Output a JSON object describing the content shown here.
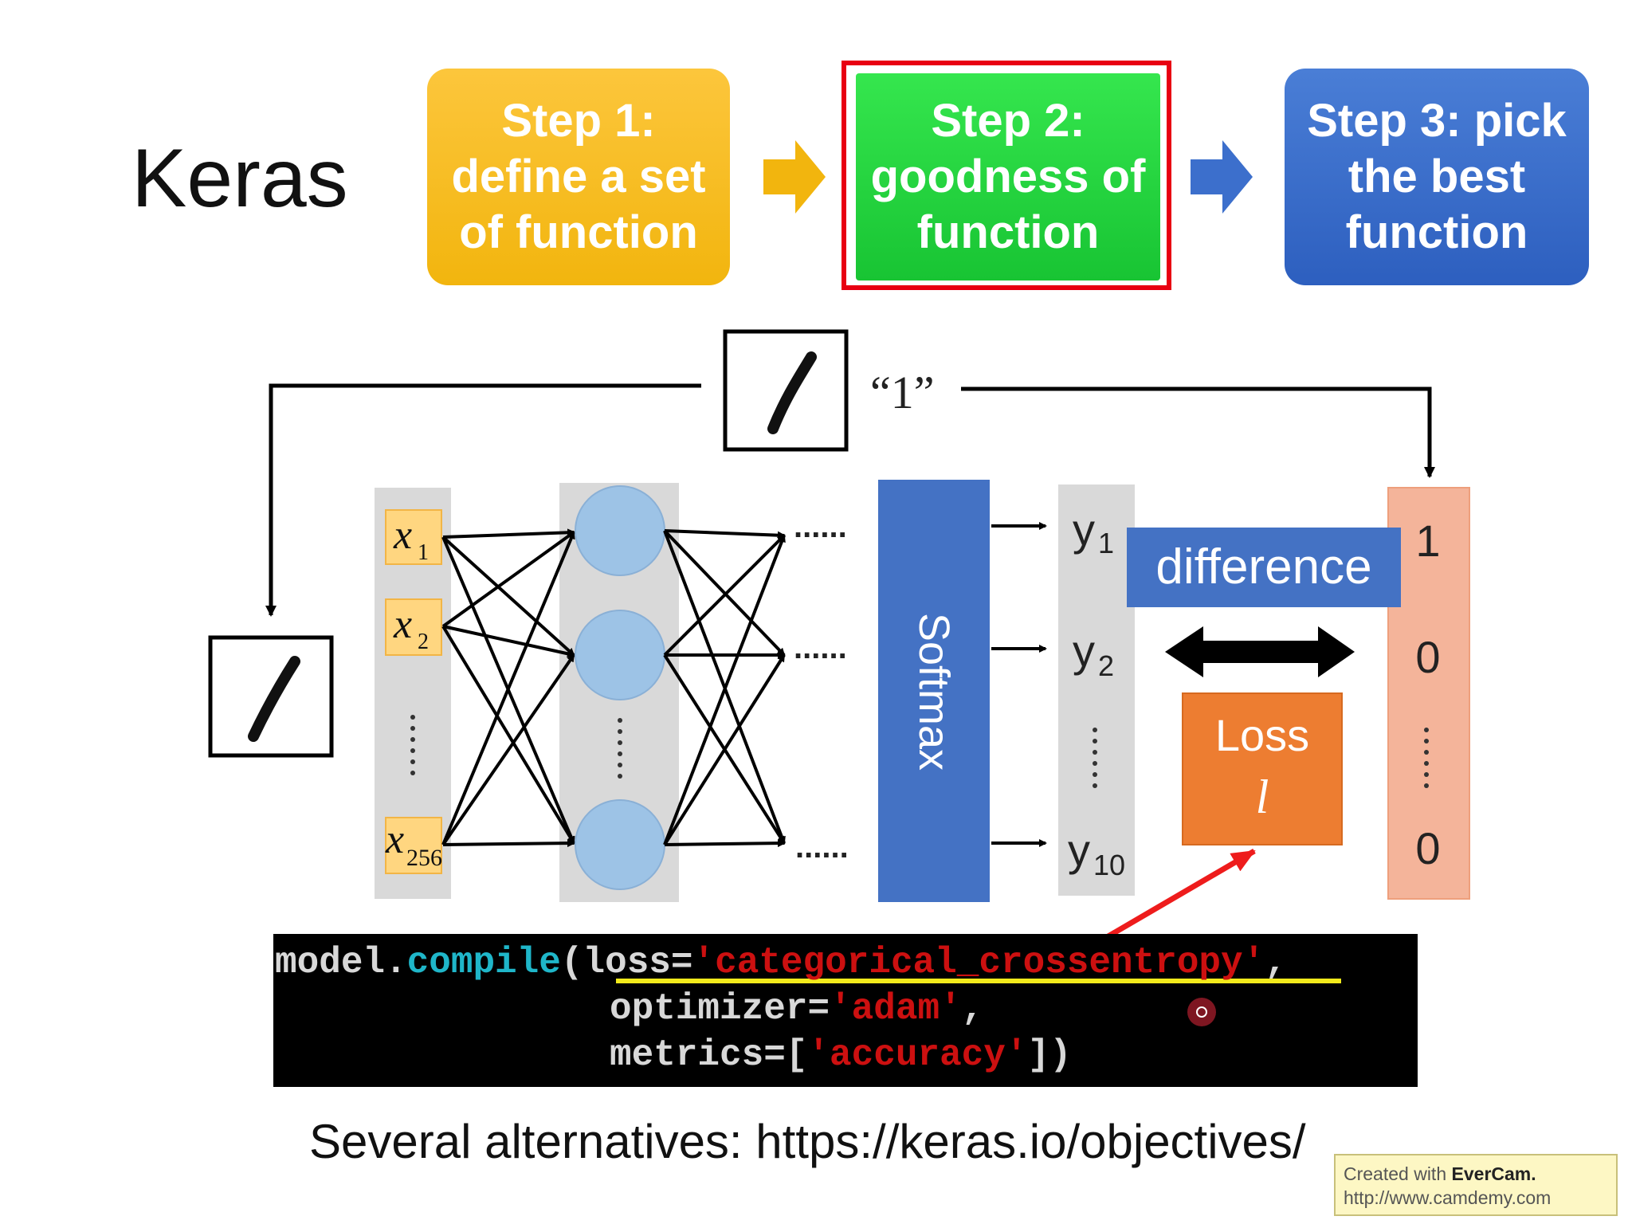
{
  "title": "Keras",
  "steps": {
    "step1": "Step 1:\ndefine a set\nof function",
    "step2": "Step 2:\ngoodness of\nfunction",
    "step3": "Step 3: pick\nthe best\nfunction"
  },
  "network": {
    "target_label": "“1”",
    "input_labels": [
      "x",
      "x",
      "x"
    ],
    "input_subscripts": [
      "1",
      "2",
      "256"
    ],
    "output_labels": [
      "y",
      "y",
      "y"
    ],
    "output_subscripts": [
      "1",
      "2",
      "10"
    ],
    "dots": "......",
    "softmax_label": "Softmax",
    "difference_label": "difference",
    "loss_label": "Loss",
    "loss_symbol": "l",
    "target_values": [
      "1",
      "0",
      "0"
    ]
  },
  "code": {
    "l1_obj": "model.",
    "l1_fn": "compile",
    "l1_a": "(loss=",
    "l1_str": "'categorical_crossentropy'",
    "l1_b": ",",
    "l2_a": "optimizer=",
    "l2_str": "'adam'",
    "l2_b": ",",
    "l3_a": "metrics=[",
    "l3_str": "'accuracy'",
    "l3_b": "])"
  },
  "footer": {
    "alternatives": "Several alternatives: https://keras.io/objectives/"
  },
  "watermark": {
    "prefix": "Created with ",
    "brand": "EverCam.",
    "url": "http://www.camdemy.com"
  },
  "colors": {
    "step1": "#f2b50e",
    "step2": "#18c433",
    "step3": "#2d5fbf",
    "highlight_frame": "#e80012",
    "softmax": "#4472c4",
    "loss": "#ed7d31",
    "target_column": "#f4b49a",
    "input_cell": "#ffd680"
  }
}
